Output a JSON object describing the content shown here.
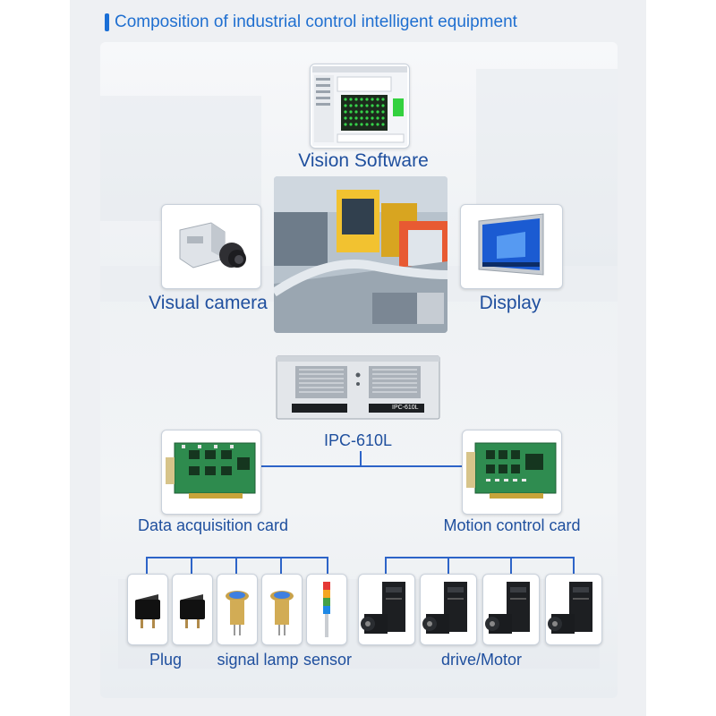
{
  "title": "Composition of industrial control intelligent equipment",
  "nodes": {
    "vision_software": "Vision Software",
    "visual_camera": "Visual camera",
    "display": "Display",
    "ipc": "IPC-610L",
    "ipc_badge": "IPC-610L",
    "data_card": "Data acquisition card",
    "motion_card": "Motion control card",
    "plug": "Plug",
    "signal_lamp": "signal lamp",
    "sensor": "sensor",
    "drive_motor": "drive/Motor"
  },
  "colors": {
    "accent": "#1f6fd0",
    "label": "#1f4f9e",
    "connector": "#2d64c8"
  },
  "icons": [
    "software-screenshot",
    "factory-photo",
    "camera-icon",
    "monitor-icon",
    "industrial-pc-icon",
    "pcb-card-icon",
    "rocker-switch-icon",
    "signal-lamp-icon",
    "stack-light-icon",
    "servo-motor-icon"
  ]
}
